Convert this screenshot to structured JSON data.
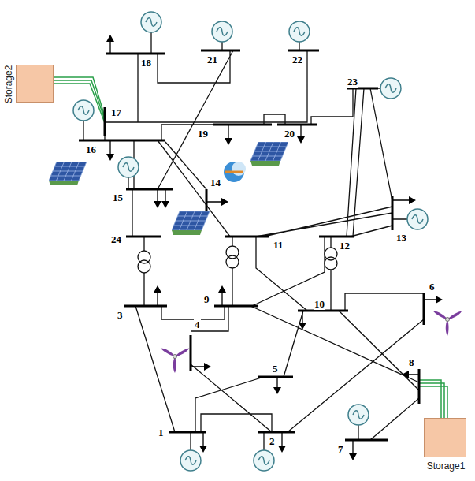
{
  "diagram": {
    "nodes": [
      {
        "text": [
          "Storage2"
        ]
      },
      {
        "text": [
          "Storage1"
        ]
      }
    ],
    "labels": [
      "18",
      "21",
      "22",
      "17",
      "16",
      "19",
      "20",
      "23",
      "14",
      "15",
      "13",
      "11",
      "12",
      "24",
      "3",
      "9",
      "10",
      "6",
      "4",
      "8",
      "5",
      "7",
      "1",
      "2"
    ]
  }
}
